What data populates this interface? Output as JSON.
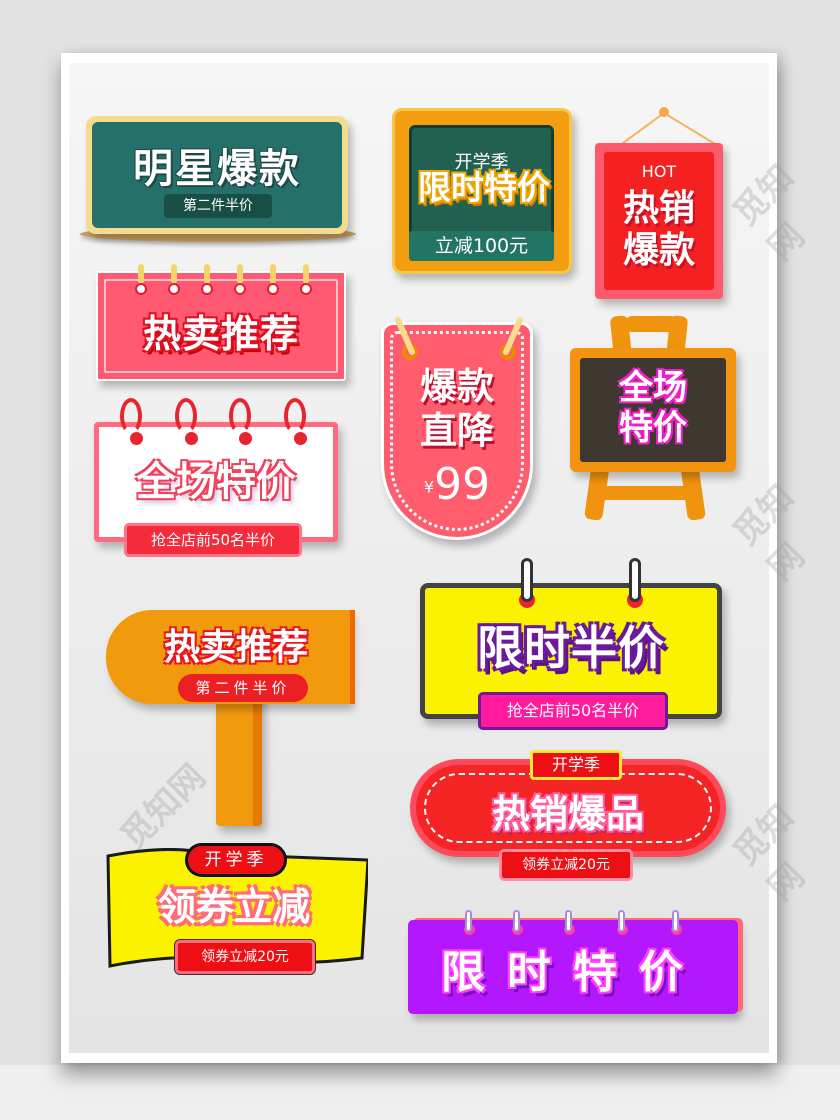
{
  "watermark": "觅知网",
  "colors": {
    "background": "#e2e2e2",
    "frame": "#ffffff",
    "green": "#25706a",
    "orange": "#f29a0e",
    "red": "#f52121",
    "pink": "#ff5a72",
    "yellow": "#fbf200",
    "purple": "#b217fe",
    "magenta": "#ff1a9e"
  },
  "stickers": [
    {
      "id": "star-hot",
      "title": "明星爆款",
      "subtitle": "第二件半价"
    },
    {
      "id": "school-limited",
      "top": "开学季",
      "title": "限时特价",
      "subtitle": "立减100元"
    },
    {
      "id": "hot-sale-hanging",
      "top": "HOT",
      "title_line1": "热销",
      "title_line2": "爆款"
    },
    {
      "id": "hot-recommend-calendar",
      "title": "热卖推荐"
    },
    {
      "id": "store-wide-calendar",
      "title": "全场特价",
      "subtitle": "抢全店前50名半价"
    },
    {
      "id": "price-drop-tag",
      "title_line1": "爆款",
      "title_line2": "直降",
      "currency": "¥",
      "price": "99"
    },
    {
      "id": "easel-sale",
      "title_line1": "全场",
      "title_line2": "特价"
    },
    {
      "id": "signpost-recommend",
      "title": "热卖推荐",
      "subtitle": "第二件半价"
    },
    {
      "id": "half-price-yellow",
      "title": "限时半价",
      "subtitle": "抢全店前50名半价"
    },
    {
      "id": "hot-product-pill",
      "top": "开学季",
      "title": "热销爆品",
      "subtitle": "领券立减20元"
    },
    {
      "id": "coupon-flag",
      "top": "开学季",
      "title": "领券立减",
      "subtitle": "领券立减20元"
    },
    {
      "id": "limited-purple",
      "title": "限时特价"
    }
  ]
}
